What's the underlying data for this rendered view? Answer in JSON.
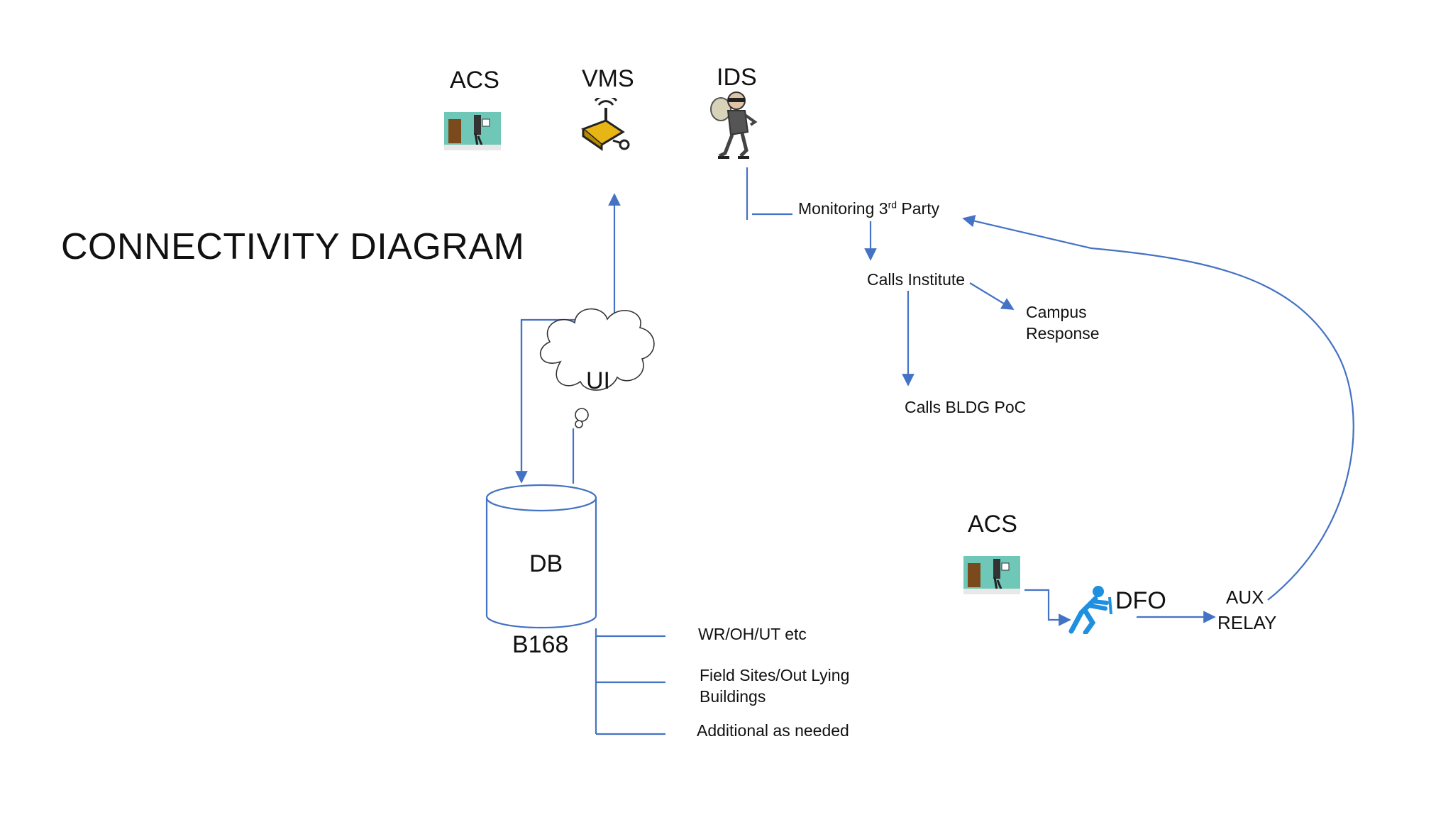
{
  "title": "CONNECTIVITY DIAGRAM",
  "top_systems": {
    "acs": "ACS",
    "vms": "VMS",
    "ids": "IDS"
  },
  "ui_cloud": "UI",
  "db": {
    "label": "DB",
    "building": "B168",
    "branches": [
      "WR/OH/UT etc",
      "Field Sites/Out Lying",
      "Buildings",
      "Additional as needed"
    ]
  },
  "monitoring": {
    "prefix": "Monitoring 3",
    "sup": "rd",
    "suffix": " Party"
  },
  "calls_institute": "Calls Institute",
  "campus_response": [
    "Campus",
    "Response"
  ],
  "calls_bldg": "Calls BLDG PoC",
  "lower_acs": "ACS",
  "dfo": "DFO",
  "aux_relay": [
    "AUX",
    "RELAY"
  ],
  "colors": {
    "line": "#4472c4",
    "text": "#111111",
    "person": "#1f8fe0",
    "panel": "#6fc7b8",
    "door": "#7a4a1c"
  },
  "icons": {
    "acs": "access-control-panel-icon",
    "vms": "camera-antenna-icon",
    "ids": "burglar-icon",
    "dfo": "pushing-person-icon"
  }
}
